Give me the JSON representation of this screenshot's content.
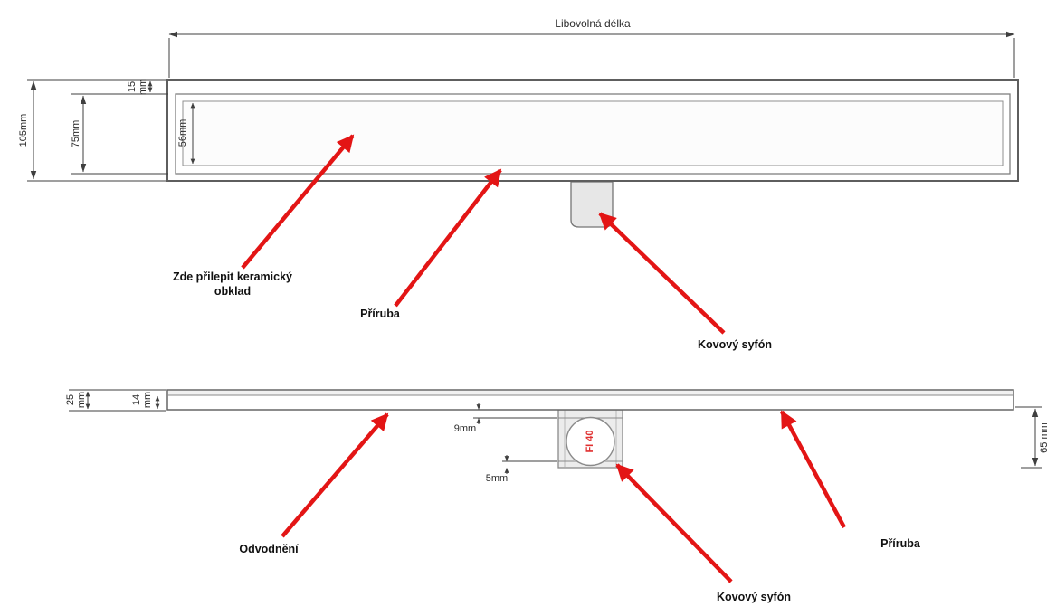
{
  "colors": {
    "arrow": "#e31515",
    "fi40": "#e03030",
    "drawing_line": "#757575",
    "dim_line": "#3f3f3f"
  },
  "top_view": {
    "length_label": "Libovolná délka",
    "dim_total_height": "105mm",
    "dim_inner_height": "75mm",
    "dim_edge": "15\nmm",
    "dim_channel": "56mm",
    "tile_label": "Zde přilepit keramický\nobklad",
    "flange_label": "Příruba",
    "siphon_label": "Kovový syfón"
  },
  "side_view": {
    "dim_total_height": "25\nmm",
    "dim_body_height": "14\nmm",
    "dim_offset_top": "9mm",
    "dim_offset_bottom": "5mm",
    "dim_siphon_height": "65 mm",
    "drain_label": "Odvodnění",
    "siphon_label": "Kovový syfón",
    "flange_label": "Příruba",
    "siphon_diameter": "FI 40"
  }
}
